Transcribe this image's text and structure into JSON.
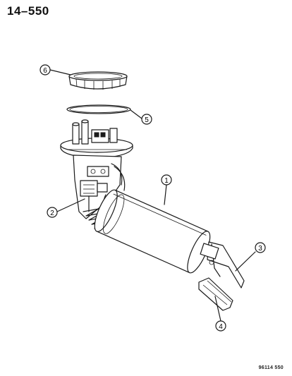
{
  "header": {
    "page_number": "14–550"
  },
  "footer": {
    "figure_code": "96114 550"
  },
  "callouts": [
    {
      "id": "callout-1",
      "label": "1"
    },
    {
      "id": "callout-2",
      "label": "2"
    },
    {
      "id": "callout-3",
      "label": "3"
    },
    {
      "id": "callout-4",
      "label": "4"
    },
    {
      "id": "callout-5",
      "label": "5"
    },
    {
      "id": "callout-6",
      "label": "6"
    }
  ]
}
